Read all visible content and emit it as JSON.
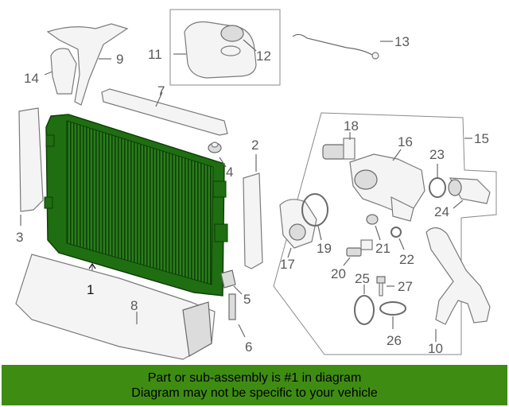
{
  "callouts": {
    "c1": "1",
    "c2": "2",
    "c3": "3",
    "c4": "4",
    "c5": "5",
    "c6": "6",
    "c7": "7",
    "c8": "8",
    "c9": "9",
    "c10": "10",
    "c11": "11",
    "c12": "12",
    "c13": "13",
    "c14": "14",
    "c15": "15",
    "c16": "16",
    "c17": "17",
    "c18": "18",
    "c19": "19",
    "c20": "20",
    "c21": "21",
    "c22": "22",
    "c23": "23",
    "c24": "24",
    "c25": "25",
    "c26": "26",
    "c27": "27"
  },
  "banner": {
    "line1": "Part or sub-assembly is #1 in diagram",
    "line2": "Diagram may not be specific to your vehicle",
    "color": "#3f8c13"
  },
  "highlight": {
    "main_part_color": "#1f6e12",
    "fin_color": "#0e3f08"
  }
}
